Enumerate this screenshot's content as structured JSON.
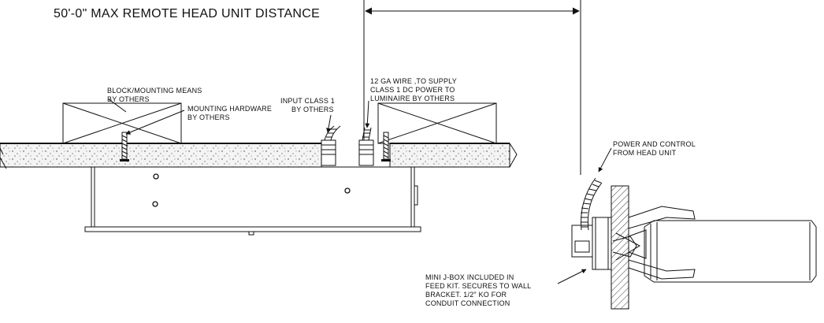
{
  "diagram": {
    "title": "50'-0\" MAX REMOTE HEAD UNIT DISTANCE",
    "labels": {
      "block_mounting": [
        "BLOCK/MOUNTING MEANS",
        "BY OTHERS"
      ],
      "mounting_hardware": [
        "MOUNTING HARDWARE",
        "BY OTHERS"
      ],
      "input_class": [
        "INPUT CLASS 1",
        "BY OTHERS"
      ],
      "wire_12ga": [
        "12 GA WIRE ,TO SUPPLY",
        "CLASS 1 DC POWER TO",
        "LUMINAIRE BY OTHERS"
      ],
      "power_control": [
        "POWER AND CONTROL",
        "FROM HEAD UNIT"
      ],
      "mini_jbox": [
        "MINI J-BOX INCLUDED IN",
        "FEED KIT. SECURES TO WALL",
        "BRACKET.  1/2\" KO FOR",
        "CONDUIT CONNECTION"
      ]
    },
    "colors": {
      "ink": "#111111",
      "concrete": "#f2f2f2",
      "paper": "#ffffff"
    }
  }
}
